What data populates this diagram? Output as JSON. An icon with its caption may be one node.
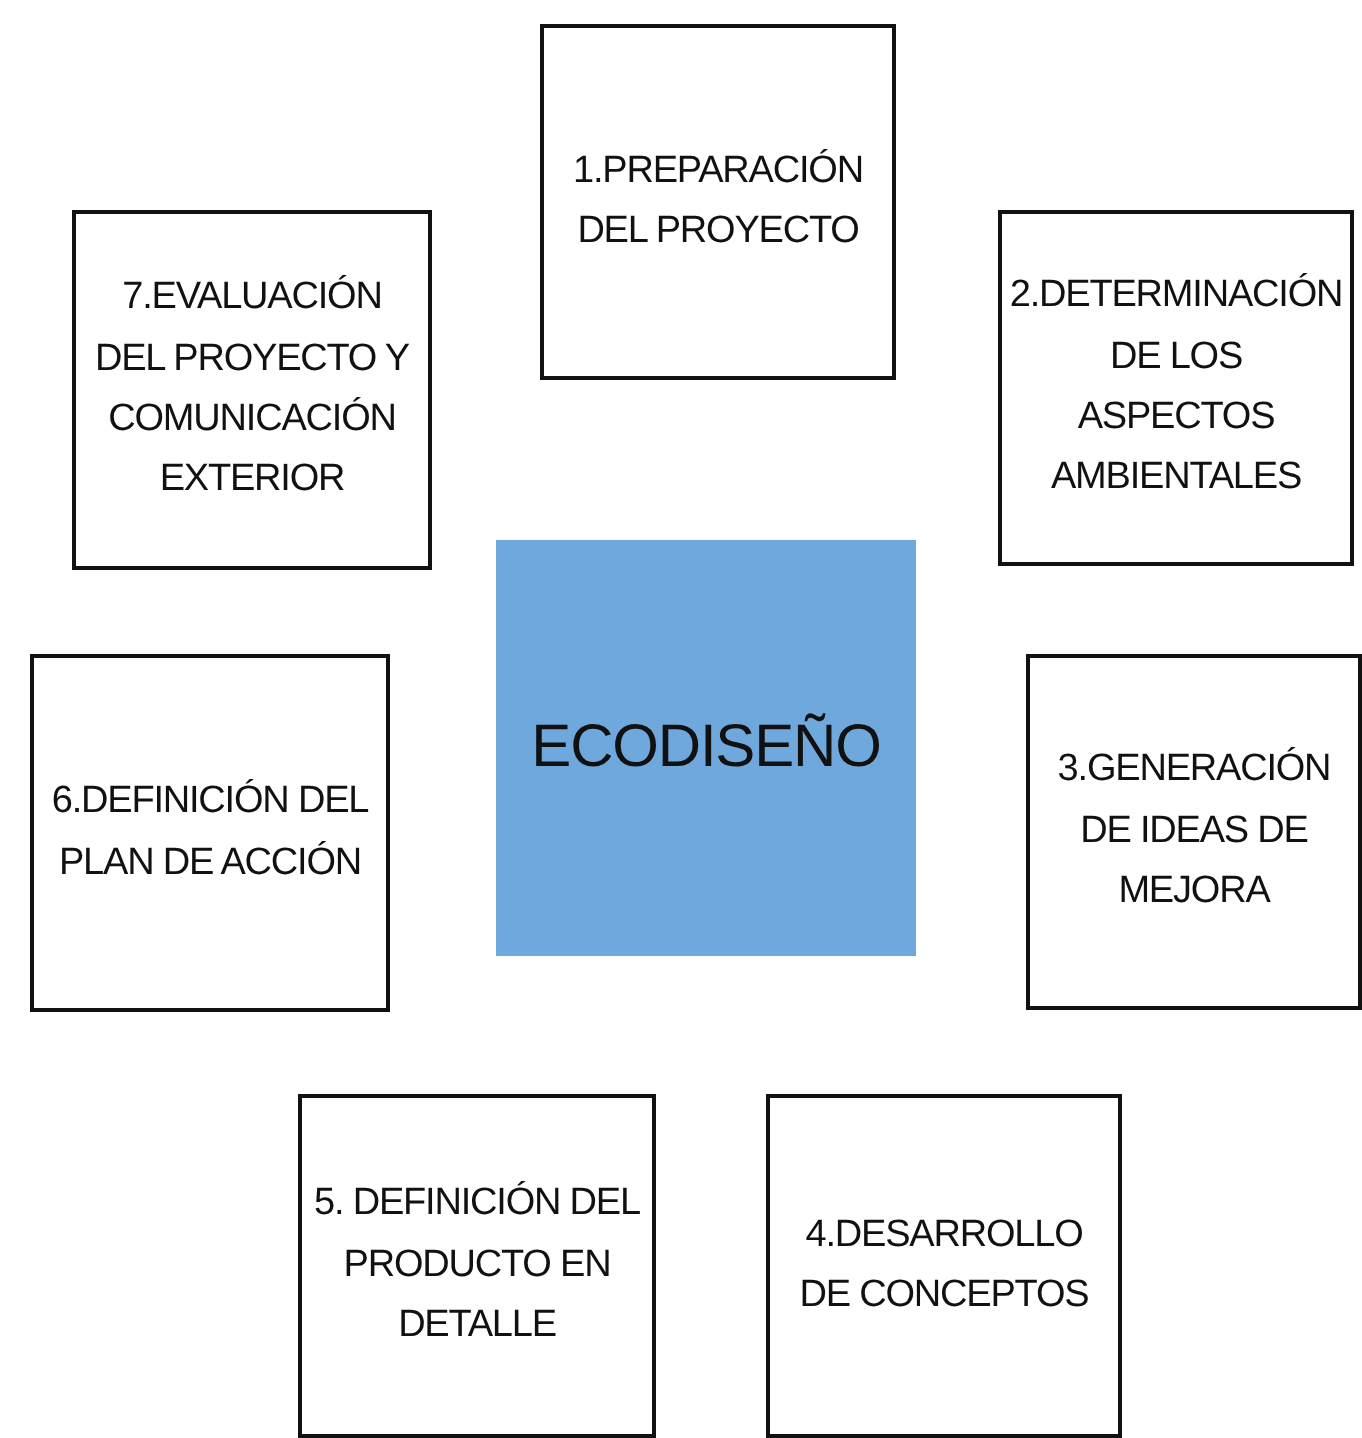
{
  "diagram": {
    "nodes": [
      {
        "text": [
          "ECODISEÑO"
        ]
      },
      {
        "text": [
          "1.PREPARACIÓN DEL PROYECTO"
        ]
      },
      {
        "text": [
          "2.DETERMINACIÓN DE LOS ASPECTOS AMBIENTALES"
        ]
      },
      {
        "text": [
          "3.GENERACIÓN DE IDEAS DE MEJORA"
        ]
      },
      {
        "text": [
          "4.DESARROLLO DE CONCEPTOS"
        ]
      },
      {
        "text": [
          "5. DEFINICIÓN DEL PRODUCTO EN DETALLE"
        ]
      },
      {
        "text": [
          "6.DEFINICIÓN DEL PLAN DE ACCIÓN"
        ]
      },
      {
        "text": [
          "7.EVALUACIÓN DEL PROYECTO Y COMUNICACIÓN EXTERIOR"
        ]
      }
    ]
  }
}
